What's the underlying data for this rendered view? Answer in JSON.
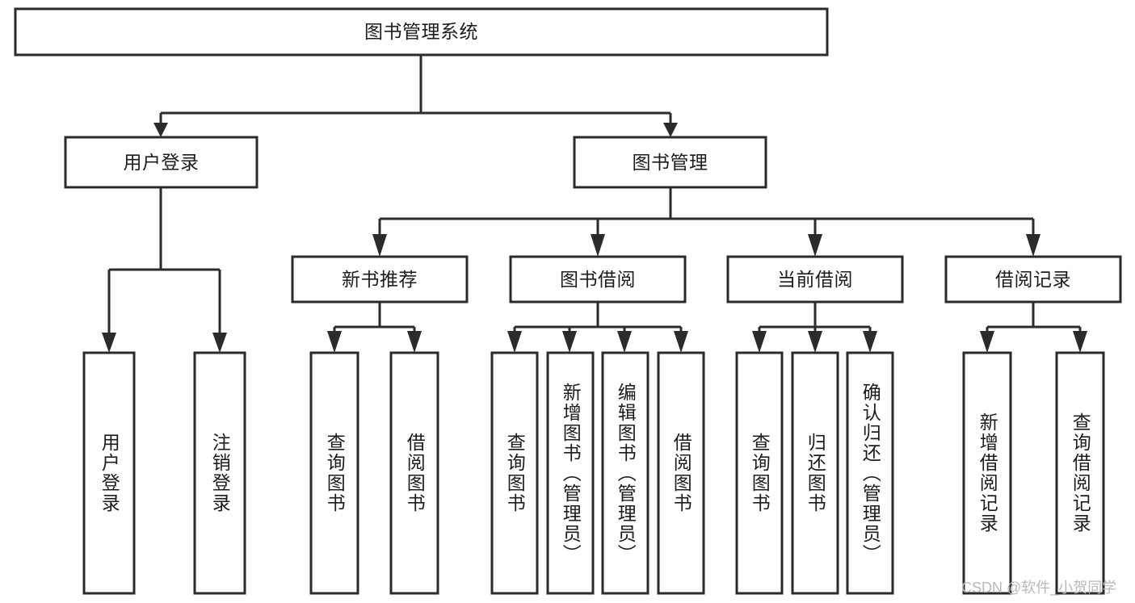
{
  "diagram": {
    "title": "图书管理系统",
    "type": "hierarchy-tree",
    "levels": 4,
    "root": {
      "id": "root",
      "label": "图书管理系统",
      "orientation": "horizontal"
    },
    "level2": [
      {
        "id": "user-login",
        "label": "用户登录",
        "orientation": "horizontal"
      },
      {
        "id": "book-management",
        "label": "图书管理",
        "orientation": "horizontal"
      }
    ],
    "level3": [
      {
        "id": "new-book-recommend",
        "label": "新书推荐",
        "orientation": "horizontal",
        "parent": "book-management"
      },
      {
        "id": "book-borrow",
        "label": "图书借阅",
        "orientation": "horizontal",
        "parent": "book-management"
      },
      {
        "id": "current-borrow",
        "label": "当前借阅",
        "orientation": "horizontal",
        "parent": "book-management"
      },
      {
        "id": "borrow-record",
        "label": "借阅记录",
        "orientation": "horizontal",
        "parent": "book-management"
      }
    ],
    "leaves": [
      {
        "id": "leaf-user-login",
        "label": "用户登录",
        "orientation": "vertical",
        "parent": "user-login"
      },
      {
        "id": "leaf-user-logout",
        "label": "注销登录",
        "orientation": "vertical",
        "parent": "user-login"
      },
      {
        "id": "leaf-query-book-1",
        "label": "查询图书",
        "orientation": "vertical",
        "parent": "new-book-recommend"
      },
      {
        "id": "leaf-borrow-book-1",
        "label": "借阅图书",
        "orientation": "vertical",
        "parent": "new-book-recommend"
      },
      {
        "id": "leaf-query-book-2",
        "label": "查询图书",
        "orientation": "vertical",
        "parent": "book-borrow"
      },
      {
        "id": "leaf-add-book",
        "label": "新增图书（管理员）",
        "orientation": "vertical",
        "parent": "book-borrow"
      },
      {
        "id": "leaf-edit-book",
        "label": "编辑图书（管理员）",
        "orientation": "vertical",
        "parent": "book-borrow"
      },
      {
        "id": "leaf-borrow-book-2",
        "label": "借阅图书",
        "orientation": "vertical",
        "parent": "book-borrow"
      },
      {
        "id": "leaf-query-book-3",
        "label": "查询图书",
        "orientation": "vertical",
        "parent": "current-borrow"
      },
      {
        "id": "leaf-return-book",
        "label": "归还图书",
        "orientation": "vertical",
        "parent": "current-borrow"
      },
      {
        "id": "leaf-confirm-return",
        "label": "确认归还（管理员）",
        "orientation": "vertical",
        "parent": "current-borrow"
      },
      {
        "id": "leaf-add-record",
        "label": "新增借阅记录",
        "orientation": "vertical",
        "parent": "borrow-record"
      },
      {
        "id": "leaf-query-record",
        "label": "查询借阅记录",
        "orientation": "vertical",
        "parent": "borrow-record"
      }
    ],
    "colors": {
      "stroke": "#2b2b2b",
      "fill": "#ffffff",
      "text": "#1c1c1c",
      "background": "#ffffff",
      "watermark": "#b9b9b9"
    }
  },
  "watermark": {
    "text": "CSDN @软件_小贺同学"
  }
}
